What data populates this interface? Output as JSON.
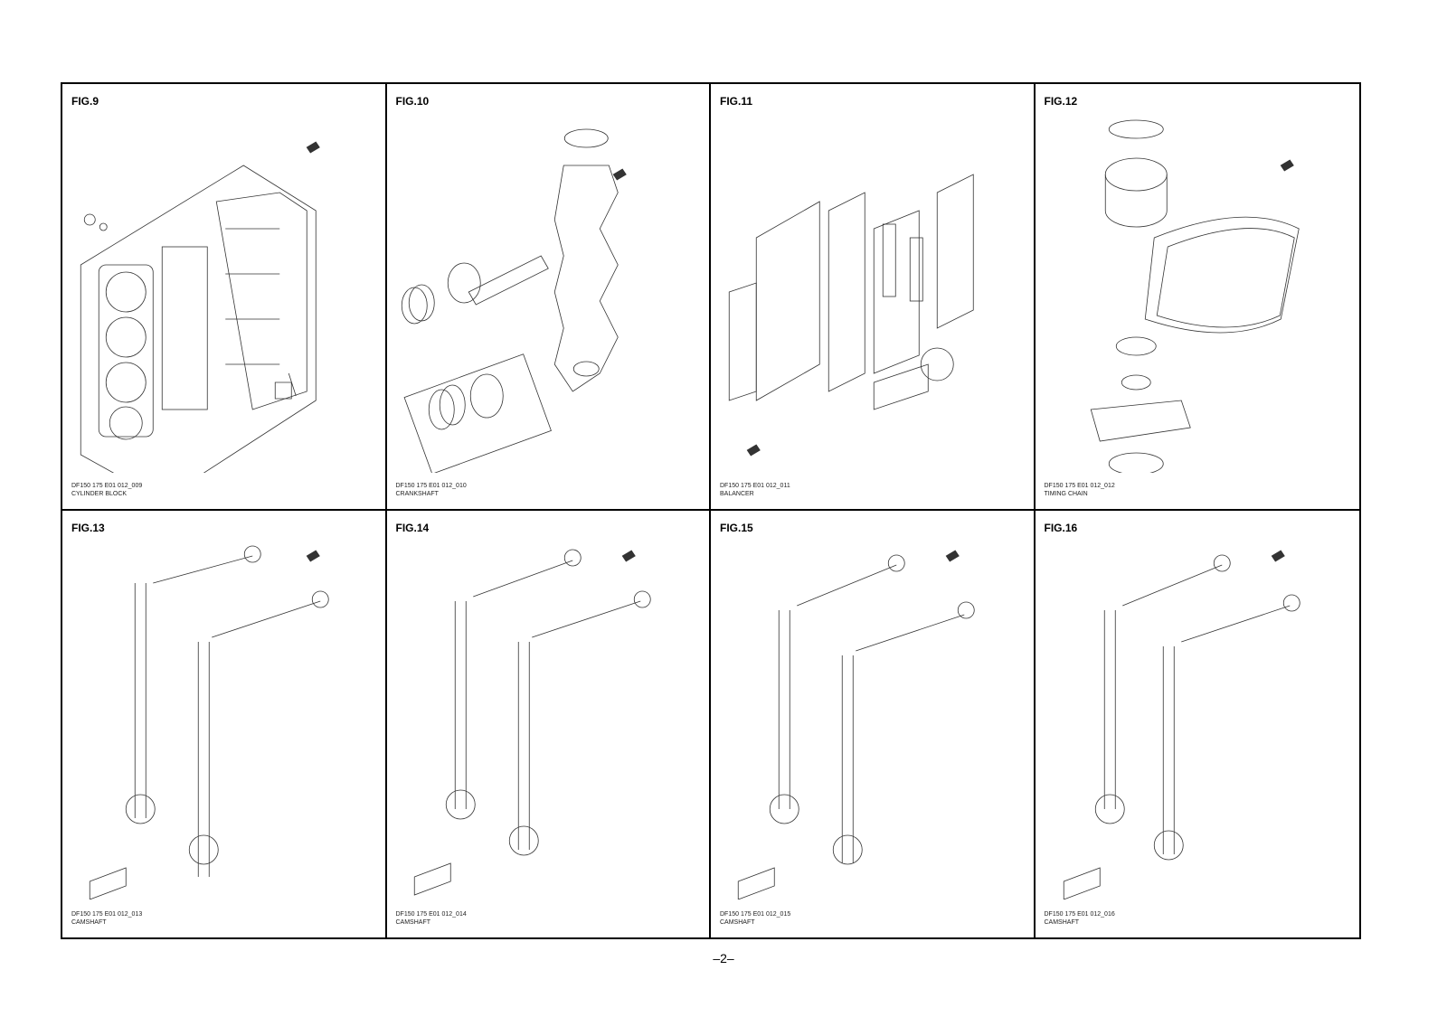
{
  "page_number": "–2–",
  "figures": [
    {
      "label": "FIG.9",
      "code": "DF150 175 E01 012_009",
      "title": "CYLINDER BLOCK"
    },
    {
      "label": "FIG.10",
      "code": "DF150 175 E01 012_010",
      "title": "CRANKSHAFT"
    },
    {
      "label": "FIG.11",
      "code": "DF150 175 E01 012_011",
      "title": "BALANCER"
    },
    {
      "label": "FIG.12",
      "code": "DF150 175 E01 012_012",
      "title": "TIMING CHAIN"
    },
    {
      "label": "FIG.13",
      "code": "DF150 175 E01 012_013",
      "title": "CAMSHAFT"
    },
    {
      "label": "FIG.14",
      "code": "DF150 175 E01 012_014",
      "title": "CAMSHAFT"
    },
    {
      "label": "FIG.15",
      "code": "DF150 175 E01 012_015",
      "title": "CAMSHAFT"
    },
    {
      "label": "FIG.16",
      "code": "DF150 175 E01 012_016",
      "title": "CAMSHAFT"
    }
  ]
}
